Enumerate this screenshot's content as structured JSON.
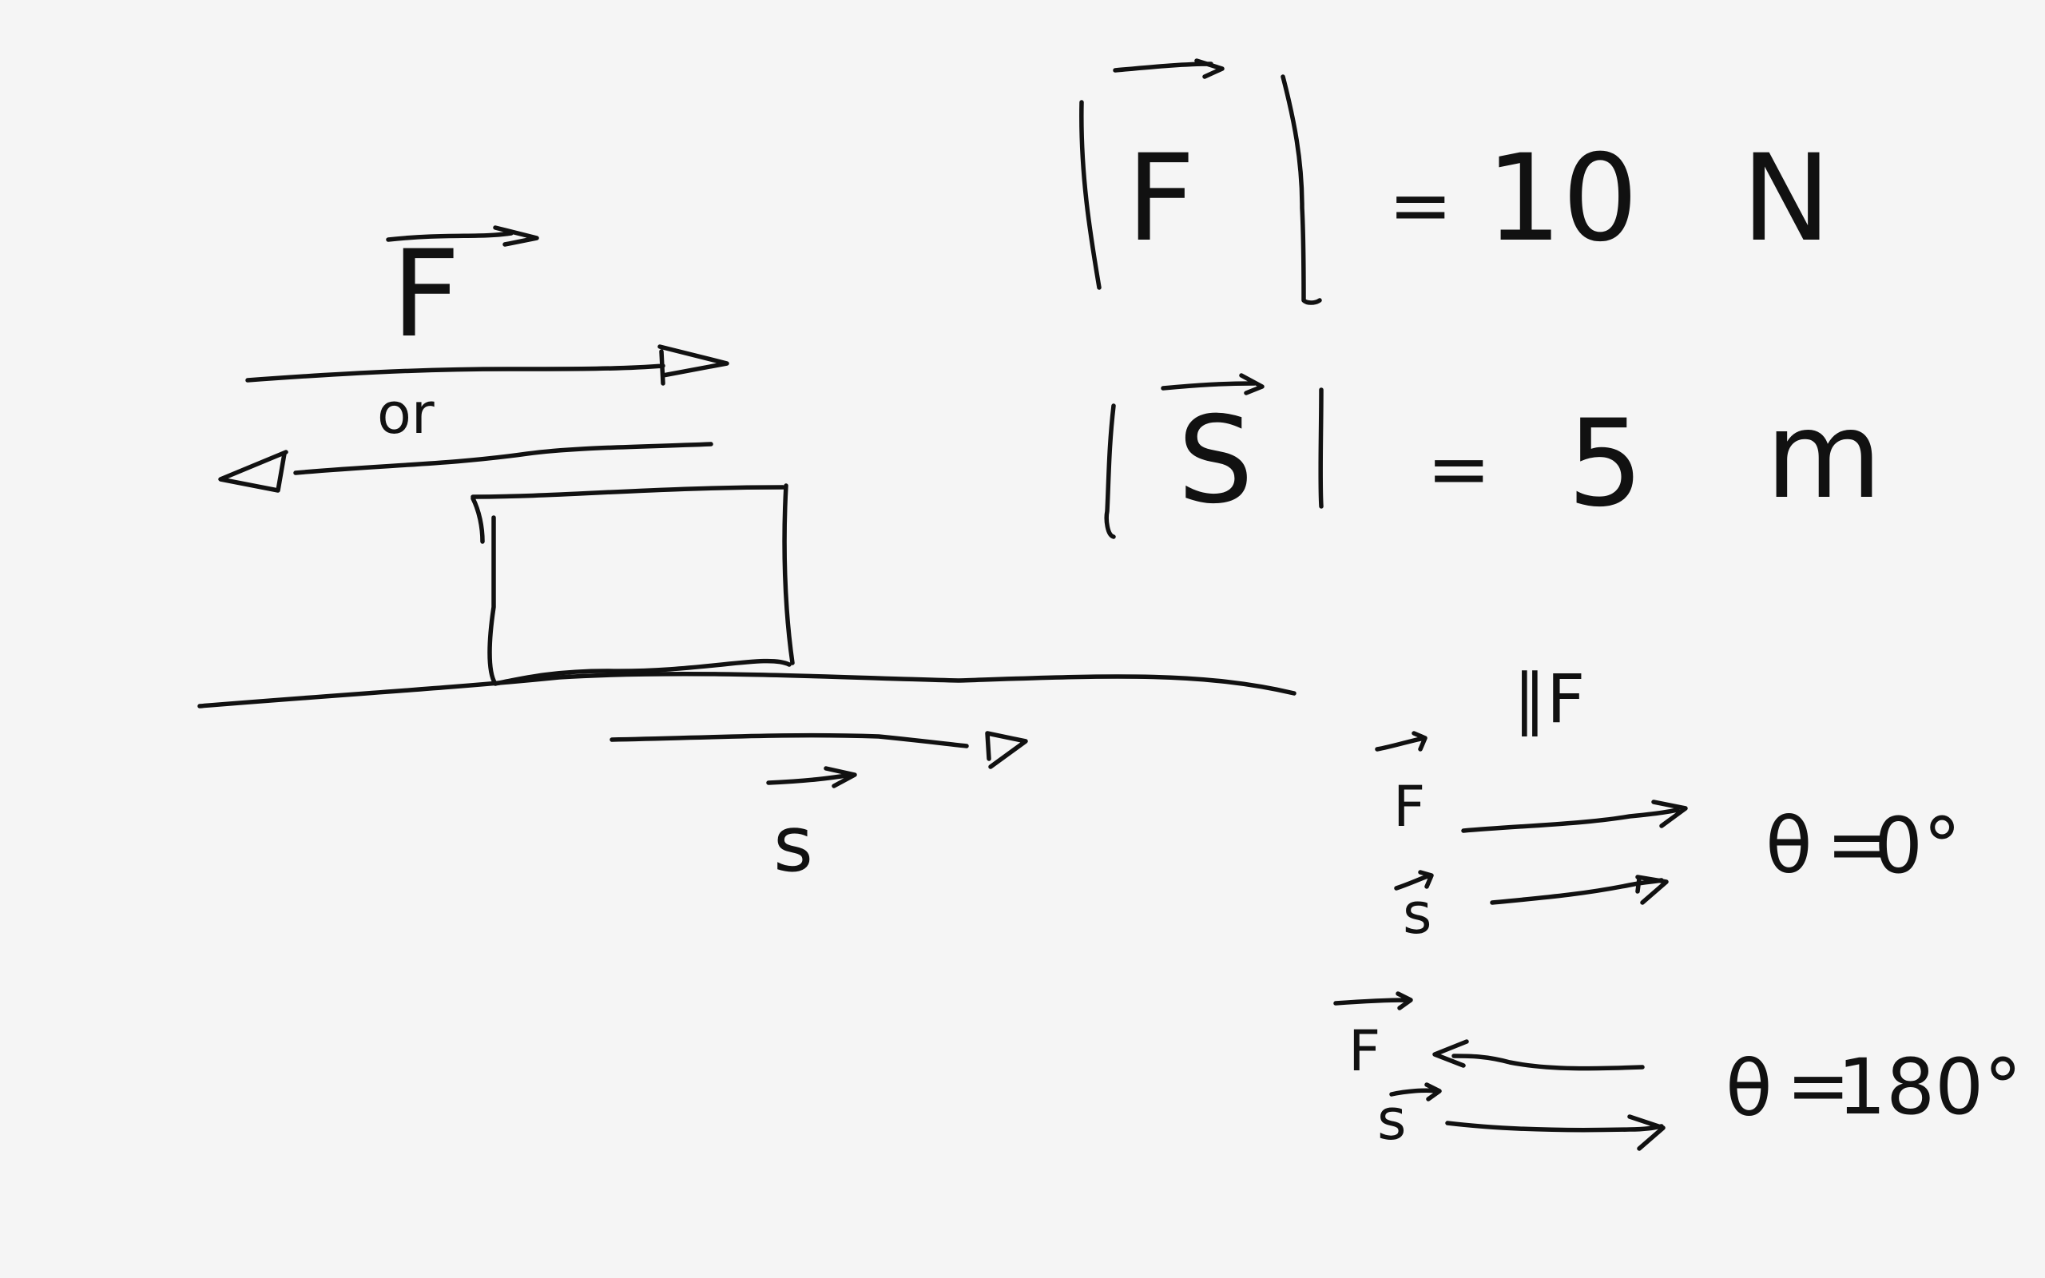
{
  "diagram": {
    "ink_color": "#111111",
    "background_color": "#f5f5f5",
    "left_scene": {
      "force_label": "F",
      "connector_word": "or",
      "displacement_label": "s"
    },
    "magnitudes": {
      "force": {
        "symbol": "F",
        "equals": "=",
        "value": "10",
        "unit": "N"
      },
      "displacement": {
        "symbol": "S",
        "equals": "=",
        "value": "5",
        "unit": "m"
      }
    },
    "parallel_note": "∥F",
    "cases": [
      {
        "force_label": "F",
        "disp_label": "s",
        "angle_symbol": "θ",
        "equals": "=",
        "angle": "0°"
      },
      {
        "force_label": "F",
        "disp_label": "s",
        "angle_symbol": "θ",
        "equals": "=",
        "angle": "180°"
      }
    ]
  }
}
